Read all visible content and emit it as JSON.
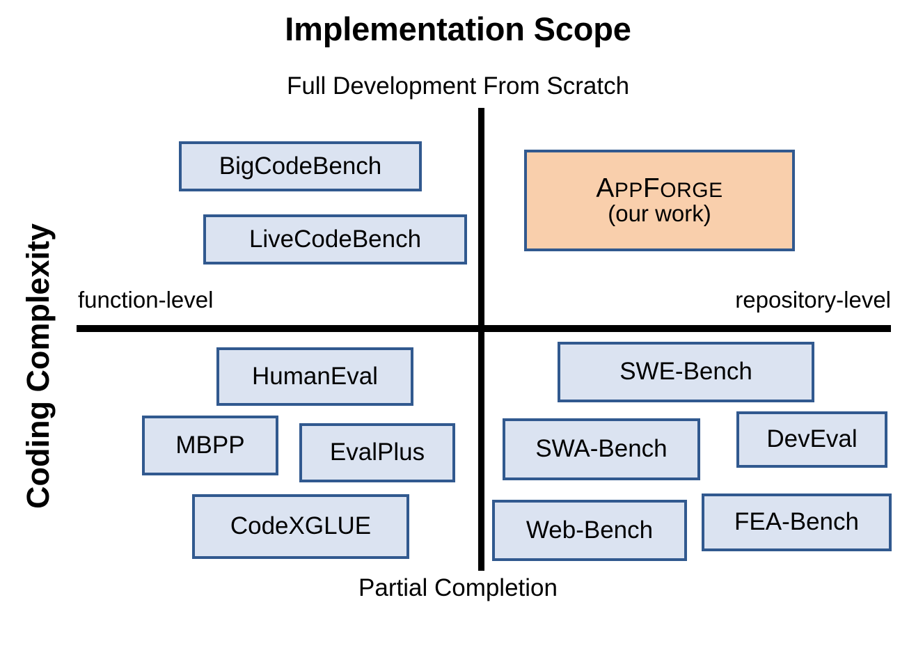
{
  "figure": {
    "title": "Implementation Scope",
    "top_axis_label": "Full Development From Scratch",
    "bottom_axis_label": "Partial Completion",
    "y_axis_label": "Coding Complexity",
    "x_axis_left_label": "function-level",
    "x_axis_right_label": "repository-level"
  },
  "colors": {
    "box_fill": "#dbe3f1",
    "box_border": "#31598f",
    "highlight_fill": "#f9cfac",
    "axis": "#000000",
    "text": "#000000",
    "background": "#ffffff"
  },
  "chart_data": {
    "type": "scatter",
    "title": "Implementation Scope",
    "xlabel": "Implementation Scope",
    "ylabel": "Coding Complexity",
    "x_axis_low": "function-level",
    "x_axis_high": "repository-level",
    "y_axis_high": "Full Development From Scratch",
    "y_axis_low": "Partial Completion",
    "grid": false,
    "legend": "none",
    "quadrants": [
      {
        "name": "top-left",
        "x_level": "function-level",
        "y_level": "Full Development From Scratch",
        "items": [
          "BigCodeBench",
          "LiveCodeBench"
        ]
      },
      {
        "name": "top-right",
        "x_level": "repository-level",
        "y_level": "Full Development From Scratch",
        "items": [
          "AppForge (our work)"
        ]
      },
      {
        "name": "bottom-left",
        "x_level": "function-level",
        "y_level": "Partial Completion",
        "items": [
          "HumanEval",
          "MBPP",
          "EvalPlus",
          "CodeXGLUE"
        ]
      },
      {
        "name": "bottom-right",
        "x_level": "repository-level",
        "y_level": "Partial Completion",
        "items": [
          "SWE-Bench",
          "SWA-Bench",
          "DevEval",
          "Web-Bench",
          "FEA-Bench"
        ]
      }
    ]
  },
  "boxes": [
    {
      "id": "bigcodebench",
      "label": "BigCodeBench",
      "quadrant": "top-left",
      "highlight": false
    },
    {
      "id": "livecodebench",
      "label": "LiveCodeBench",
      "quadrant": "top-left",
      "highlight": false
    },
    {
      "id": "appforge",
      "label": "AppForge",
      "sublabel": "(our work)",
      "label_cap": "A",
      "label_smallcap_1": "PP",
      "label_cap_2": "F",
      "label_smallcap_2": "ORGE",
      "quadrant": "top-right",
      "highlight": true
    },
    {
      "id": "humaneval",
      "label": "HumanEval",
      "quadrant": "bottom-left",
      "highlight": false
    },
    {
      "id": "mbpp",
      "label": "MBPP",
      "quadrant": "bottom-left",
      "highlight": false
    },
    {
      "id": "evalplus",
      "label": "EvalPlus",
      "quadrant": "bottom-left",
      "highlight": false
    },
    {
      "id": "codexglue",
      "label": "CodeXGLUE",
      "quadrant": "bottom-left",
      "highlight": false
    },
    {
      "id": "swebench",
      "label": "SWE-Bench",
      "quadrant": "bottom-right",
      "highlight": false
    },
    {
      "id": "swabench",
      "label": "SWA-Bench",
      "quadrant": "bottom-right",
      "highlight": false
    },
    {
      "id": "deveval",
      "label": "DevEval",
      "quadrant": "bottom-right",
      "highlight": false
    },
    {
      "id": "webbench",
      "label": "Web-Bench",
      "quadrant": "bottom-right",
      "highlight": false
    },
    {
      "id": "feabench",
      "label": "FEA-Bench",
      "quadrant": "bottom-right",
      "highlight": false
    }
  ]
}
